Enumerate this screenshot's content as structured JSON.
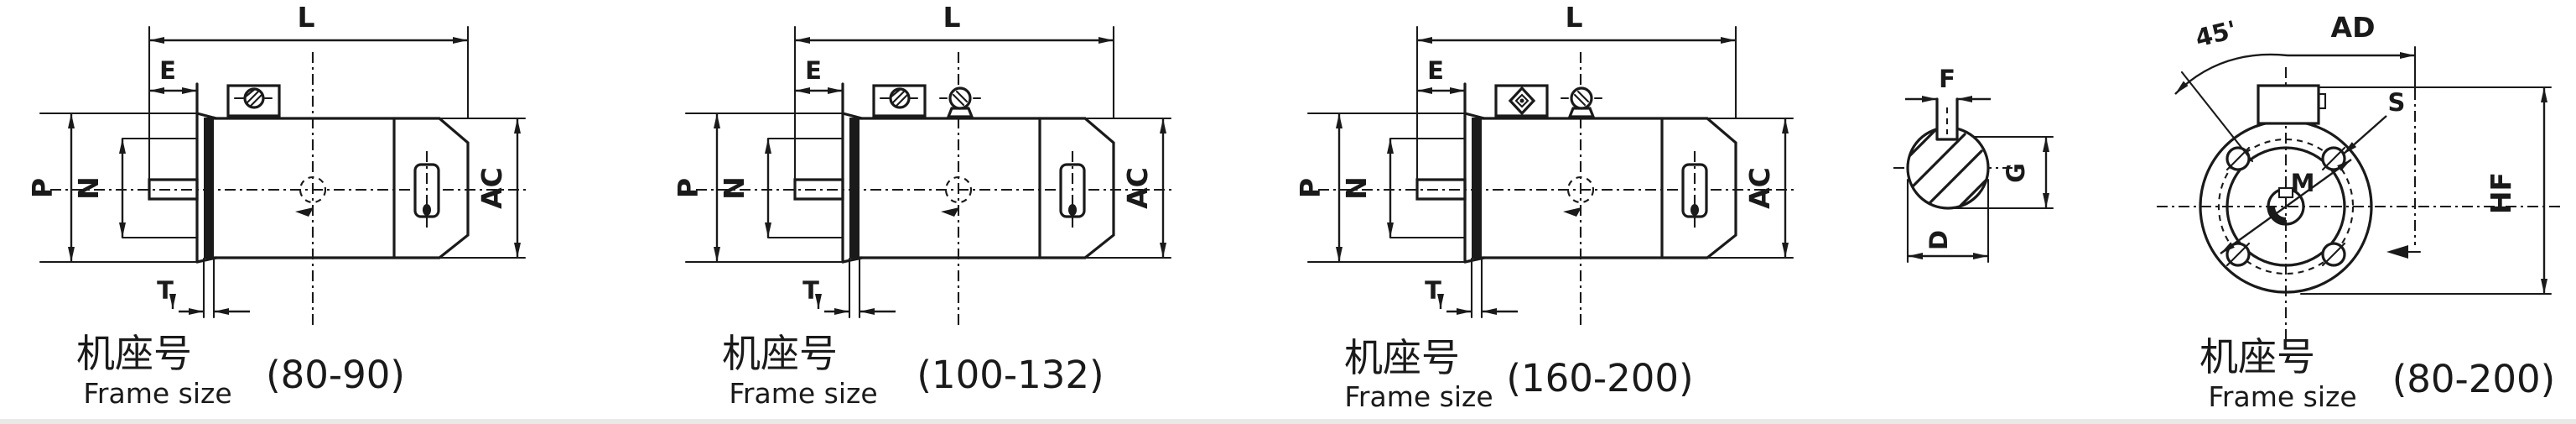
{
  "page": {
    "background": "#ffffff",
    "ink_color": "#1a1a1a"
  },
  "side_views": [
    {
      "dims": {
        "L": "L",
        "E": "E",
        "P": "P",
        "N": "N",
        "AC": "AC",
        "T": "T"
      },
      "caption_cn": "机座号",
      "caption_en": "Frame size",
      "range": "(80-90)"
    },
    {
      "dims": {
        "L": "L",
        "E": "E",
        "P": "P",
        "N": "N",
        "AC": "AC",
        "T": "T"
      },
      "caption_cn": "机座号",
      "caption_en": "Frame size",
      "range": "(100-132)"
    },
    {
      "dims": {
        "L": "L",
        "E": "E",
        "P": "P",
        "N": "N",
        "AC": "AC",
        "T": "T"
      },
      "caption_cn": "机座号",
      "caption_en": "Frame size",
      "range": "(160-200)"
    }
  ],
  "shaft_section": {
    "dims": {
      "F": "F",
      "G": "G",
      "D": "D"
    }
  },
  "flange_view": {
    "dims": {
      "angle": "45'",
      "AD": "AD",
      "S": "S",
      "M": "M",
      "HF": "HF"
    },
    "caption_cn": "机座号",
    "caption_en": "Frame size",
    "range": "(80-200)"
  }
}
